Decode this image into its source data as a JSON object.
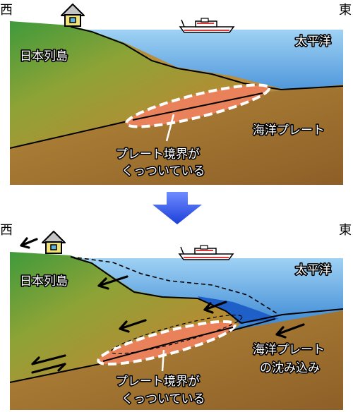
{
  "top": {
    "west": "西",
    "east": "東",
    "ocean": "太平洋",
    "japan": "日本列島",
    "oceanic_plate": "海洋プレート",
    "stuck_line1": "プレート境界が",
    "stuck_line2": "くっついている"
  },
  "bottom": {
    "west": "西",
    "east": "東",
    "ocean": "太平洋",
    "japan": "日本列島",
    "subduction_line1": "海洋プレート",
    "subduction_line2": "の沈み込み",
    "stuck_line1": "プレート境界が",
    "stuck_line2": "くっついている"
  },
  "colors": {
    "sea": "#4a9fe0",
    "land_green": "#4f9a3a",
    "land_brown": "#b98d34",
    "plate_brown": "#9a6a2c",
    "locked_zone": "#e9825a",
    "arrow_blue": "#2f55e8"
  },
  "icons": [
    "house-icon",
    "ship-icon",
    "down-arrow-icon",
    "motion-arrow-icon"
  ]
}
